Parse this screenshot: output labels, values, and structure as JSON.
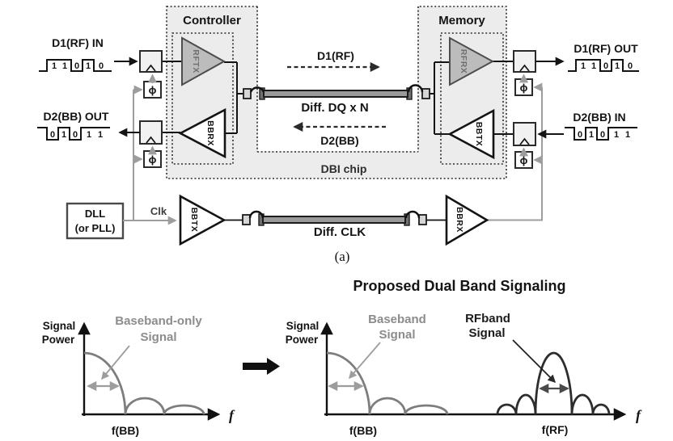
{
  "figure": {
    "caption": "(a)",
    "heading": "Proposed Dual Band Signaling"
  },
  "block": {
    "controller_label": "Controller",
    "memory_label": "Memory",
    "dbi_chip_label": "DBI chip",
    "rftx": "RFTX",
    "bbrx": "BBRX",
    "rfrx": "RFRX",
    "bbtx": "BBTX",
    "clk_tx": "BBTX",
    "clk_rx": "BBRX",
    "d1_in": {
      "label": "D1(RF) IN",
      "bits": [
        "1",
        "1",
        "0",
        "1",
        "0"
      ]
    },
    "d2_out": {
      "label": "D2(BB) OUT",
      "bits": [
        "0",
        "1",
        "0",
        "1",
        "1"
      ]
    },
    "d1_out": {
      "label": "D1(RF) OUT",
      "bits": [
        "1",
        "1",
        "0",
        "1",
        "0"
      ]
    },
    "d2_in": {
      "label": "D2(BB) IN",
      "bits": [
        "0",
        "1",
        "0",
        "1",
        "1"
      ]
    },
    "dq_channel": "Diff. DQ x N",
    "clk_channel": "Diff. CLK",
    "d1_flow": "D1(RF)",
    "d2_flow": "D2(BB)",
    "dll_line1": "DLL",
    "dll_line2": "(or PLL)",
    "clk_label": "Clk",
    "phi": "ϕ"
  },
  "spectra": {
    "left": {
      "ylabel1": "Signal",
      "ylabel2": "Power",
      "xlabel": "f",
      "tick": "f(BB)",
      "ann_line1": "Baseband-only",
      "ann_line2": "Signal"
    },
    "right": {
      "ylabel1": "Signal",
      "ylabel2": "Power",
      "xlabel": "f",
      "tick_bb": "f(BB)",
      "tick_rf": "f(RF)",
      "bb_ann_line1": "Baseband",
      "bb_ann_line2": "Signal",
      "rf_ann_line1": "RFband",
      "rf_ann_line2": "Signal"
    }
  },
  "colors": {
    "baseband_gray": "#7d7d7d",
    "rfband_dark": "#2d2d2d",
    "clock_gray": "#9d9d9d",
    "line_black": "#141414"
  }
}
